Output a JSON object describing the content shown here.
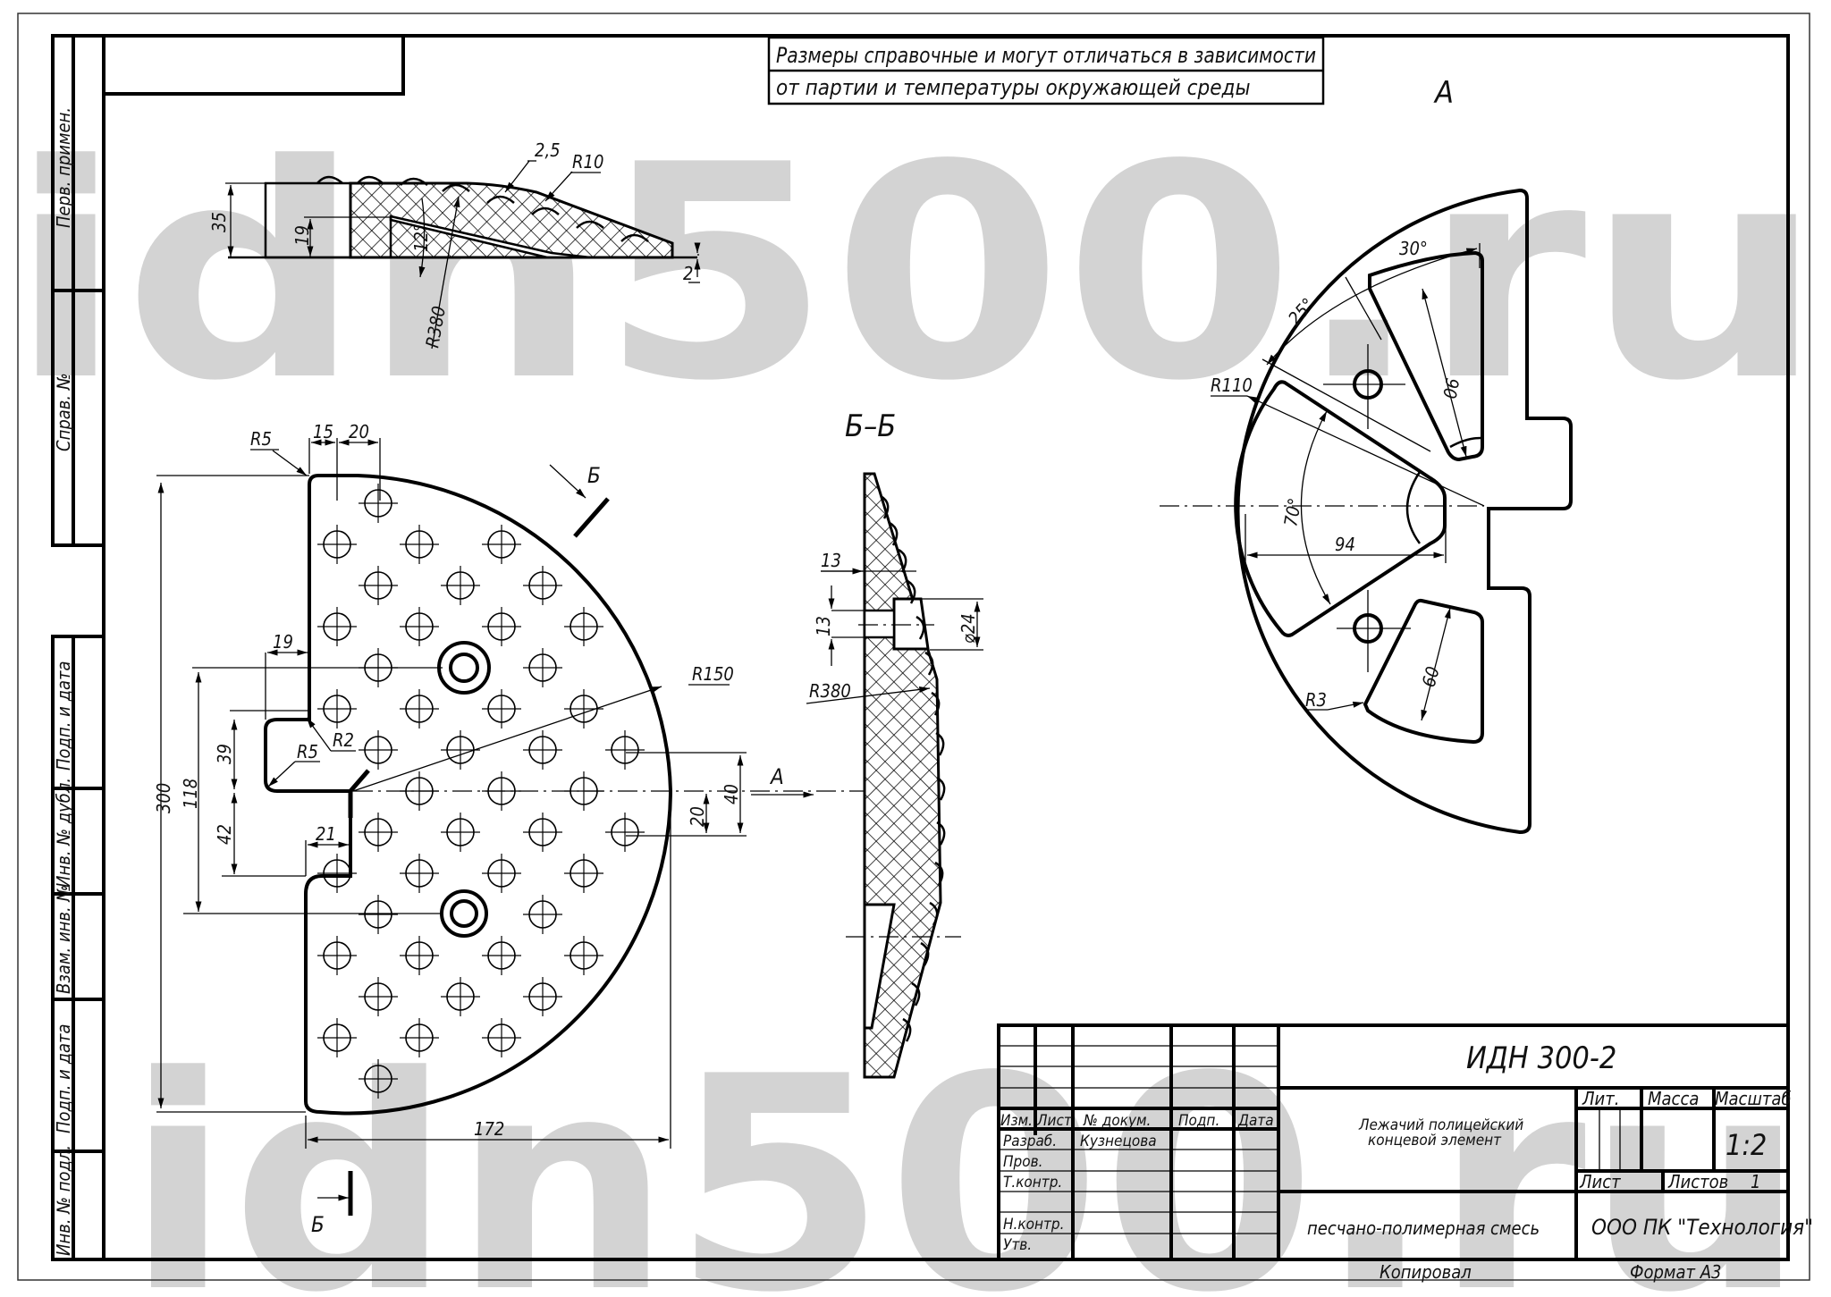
{
  "watermark": {
    "text": "idn500.ru",
    "color": "#d3d3d3"
  },
  "note": {
    "line1": "Размеры справочные и могут отличаться в зависимости",
    "line2": "от партии и температуры окружающей среды"
  },
  "side_strip": {
    "top": [
      "Перв. примен.",
      "Справ. №"
    ],
    "bottom": [
      "Подп. и дата",
      "Инв. № дубл.",
      "Взам. инв. №",
      "Подп. и дата",
      "Инв. № подл."
    ]
  },
  "views": {
    "profile": {
      "dims": {
        "h35": "35",
        "h19": "19",
        "angle": "12°",
        "r380": "R380",
        "t25": "2,5",
        "r10": "R10",
        "h2": "2"
      }
    },
    "plan": {
      "dims": {
        "r5_top": "R5",
        "d15": "15",
        "d20": "20",
        "d19": "19",
        "r2": "R2",
        "r5_mid": "R5",
        "d39": "39",
        "d42": "42",
        "d21": "21",
        "d118": "118",
        "d300": "300",
        "r150": "R150",
        "d40": "40",
        "d20b": "20",
        "d172": "172"
      },
      "section_mark": "Б",
      "view_arrow": "А"
    },
    "section_bb": {
      "title": "Б–Б",
      "dims": {
        "d13a": "13",
        "d13b": "13",
        "phi24": "⌀24",
        "r380": "R380"
      }
    },
    "view_a": {
      "title": "А",
      "dims": {
        "a30": "30°",
        "a25": "25°",
        "d90": "90",
        "r110": "R110",
        "a70": "70°",
        "d94": "94",
        "d60": "60",
        "r3": "R3"
      }
    }
  },
  "title_block": {
    "designation": "ИДН 300-2",
    "name_line1": "Лежачий полицейский",
    "name_line2": "концевой элемент",
    "material": "песчано-полимерная смесь",
    "company": "ООО ПК \"Технология\"",
    "headers": {
      "izm": "Изм.",
      "list": "Лист",
      "ndoc": "№ докум.",
      "podp": "Подп.",
      "data": "Дата"
    },
    "roles": {
      "razrab": "Разраб.",
      "prov": "Пров.",
      "tkontr": "Т.контр.",
      "nkontr": "Н.контр.",
      "utv": "Утв."
    },
    "developer": "Кузнецова",
    "lit": "Лит.",
    "massa": "Масса",
    "masshtab": "Масштаб",
    "scale": "1:2",
    "sheet_label": "Лист",
    "sheets_label": "Листов",
    "sheets_count": "1",
    "copied": "Копировал",
    "format": "Формат  А3"
  }
}
